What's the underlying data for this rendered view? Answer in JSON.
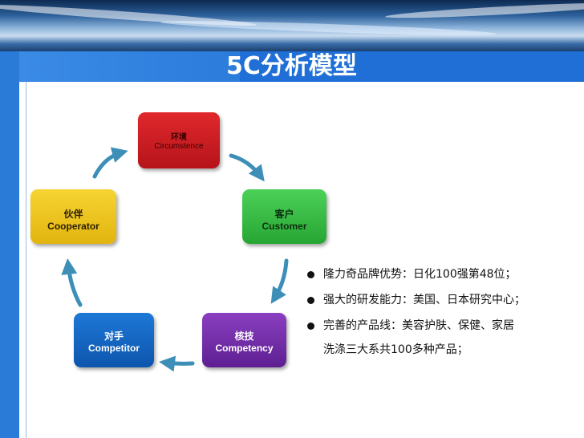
{
  "slide": {
    "title": "5C分析模型"
  },
  "diagram": {
    "nodes": [
      {
        "id": "environment",
        "zh": "环境",
        "en": "Circumstence",
        "color": "#d01f24"
      },
      {
        "id": "customer",
        "zh": "客户",
        "en": "Customer",
        "color": "#36bd45"
      },
      {
        "id": "competency",
        "zh": "核技",
        "en": "Competency",
        "color": "#7430ab"
      },
      {
        "id": "competitor",
        "zh": "对手",
        "en": "Competitor",
        "color": "#1566c3"
      },
      {
        "id": "cooperator",
        "zh": "伙伴",
        "en": "Cooperator",
        "color": "#f0c620"
      }
    ],
    "arrow_color": "#3d8fb8",
    "cycle": [
      "environment",
      "customer",
      "competency",
      "competitor",
      "cooperator"
    ]
  },
  "bullets": [
    {
      "text": "隆力奇品牌优势：日化100强第48位；"
    },
    {
      "text": "强大的研发能力：美国、日本研究中心；"
    },
    {
      "text": "完善的产品线：美容护肤、保健、家居",
      "text2": "洗涤三大系共100多种产品；"
    }
  ],
  "colors": {
    "title_band": "#1f6fd6",
    "left_bar": "#2a7ad8",
    "bullet_text": "#111111"
  }
}
